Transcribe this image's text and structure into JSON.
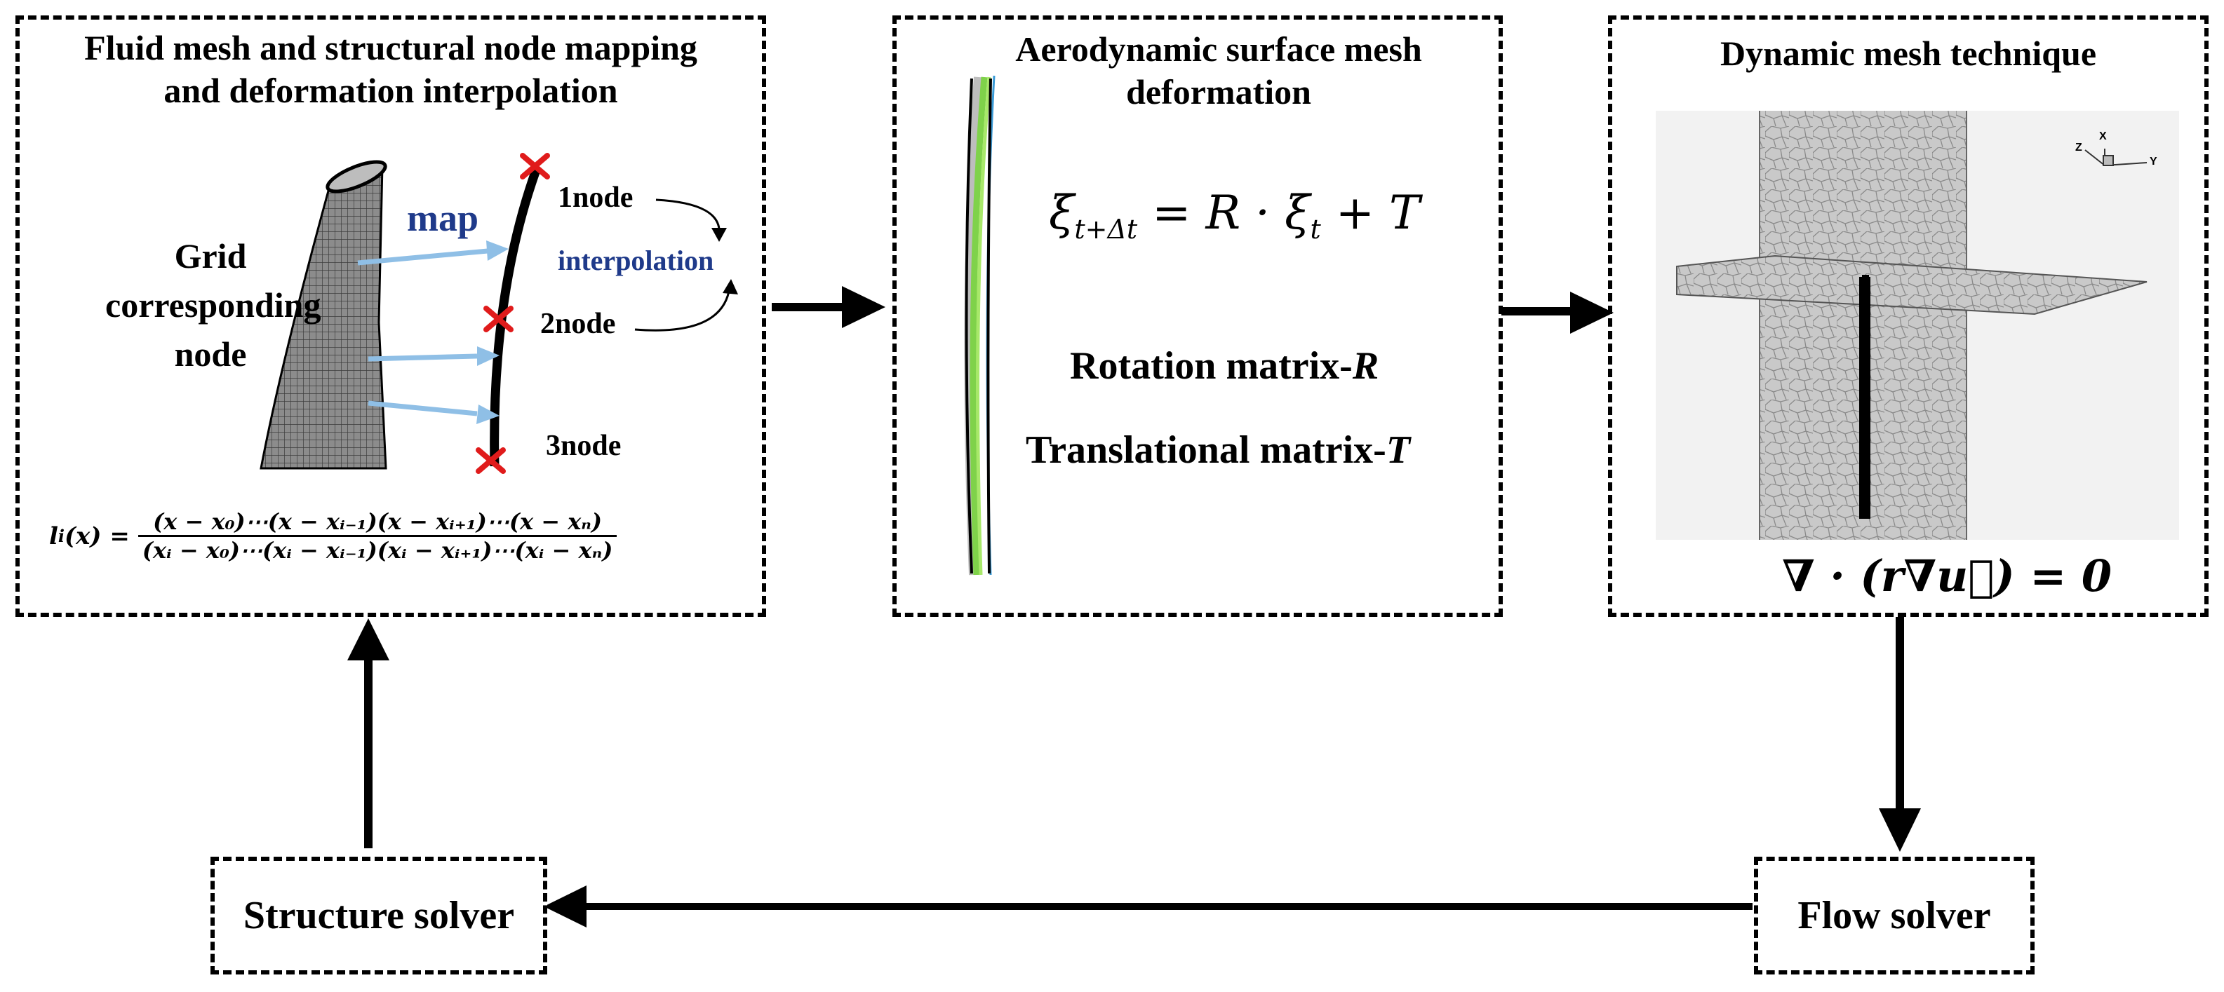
{
  "box1": {
    "title_line1": "Fluid mesh and structural node mapping",
    "title_line2": "and deformation interpolation",
    "grid_label_1": "Grid",
    "grid_label_2": "corresponding",
    "grid_label_3": "node",
    "map_label": "map",
    "interp_label": "interpolation",
    "node1": "1node",
    "node2": "2node",
    "node3": "3node",
    "lagrange_lhs": "l",
    "lagrange_sub": "i",
    "lagrange_arg": "(x) =",
    "lagrange_num": "(x − x₀)⋯(x − xᵢ₋₁)(x − xᵢ₊₁)⋯(x − xₙ)",
    "lagrange_den": "(xᵢ − x₀)⋯(xᵢ − xᵢ₋₁)(xᵢ − xᵢ₊₁)⋯(xᵢ − xₙ)"
  },
  "box2": {
    "title_line1": "Aerodynamic surface mesh",
    "title_line2": "deformation",
    "eq_lhs": "ξ",
    "eq_lhs_sub": "t+Δt",
    "eq_rhs_a": " = R · ξ",
    "eq_rhs_sub": "t",
    "eq_rhs_b": " + T",
    "rotation_text": "Rotation matrix-",
    "rotation_sym": "R",
    "translation_text": "Translational matrix-",
    "translation_sym": "T"
  },
  "box3": {
    "title": "Dynamic mesh technique",
    "equation": "∇ · (r∇u⃗) = 0",
    "axis_x": "X",
    "axis_y": "Y",
    "axis_z": "Z"
  },
  "structure_solver": "Structure solver",
  "flow_solver": "Flow solver",
  "colors": {
    "map_blue": "#1f3a8a",
    "arrow_light_blue": "#8fbfe6",
    "cross_red": "#e01b1b",
    "blade_green": "#7fd24a",
    "mesh_gray": "#b4b4b4"
  }
}
